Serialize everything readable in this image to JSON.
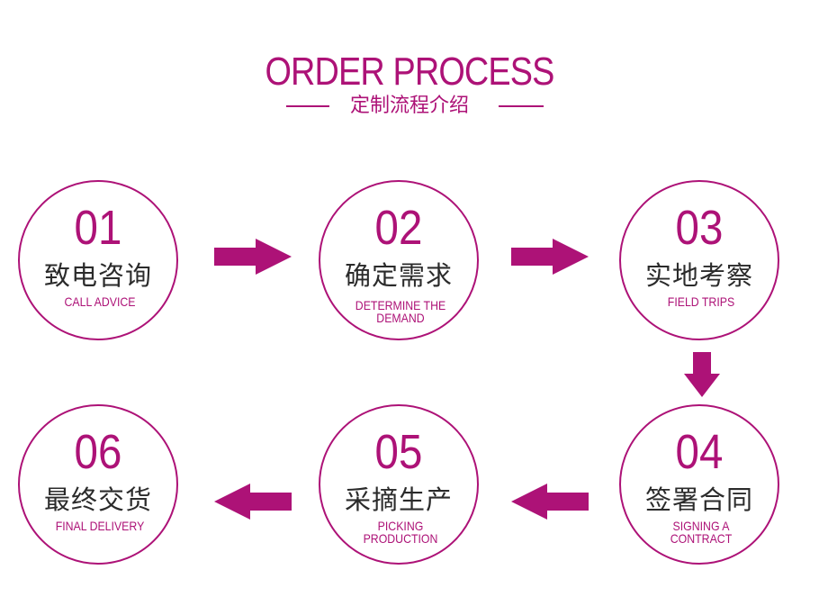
{
  "header": {
    "title": "ORDER PROCESS",
    "subtitle": "定制流程介绍"
  },
  "colors": {
    "accent": "#ad1277",
    "text": "#2b2b2b",
    "background": "#ffffff"
  },
  "steps": [
    {
      "num": "01",
      "zh": "致电咨询",
      "en": "CALL ADVICE"
    },
    {
      "num": "02",
      "zh": "确定需求",
      "en": "DETERMINE THE DEMAND"
    },
    {
      "num": "03",
      "zh": "实地考察",
      "en": "FIELD TRIPS"
    },
    {
      "num": "04",
      "zh": "签署合同",
      "en": "SIGNING A CONTRACT"
    },
    {
      "num": "05",
      "zh": "采摘生产",
      "en": "PICKING PRODUCTION"
    },
    {
      "num": "06",
      "zh": "最终交货",
      "en": "FINAL DELIVERY"
    }
  ],
  "arrows": [
    {
      "icon": "arrow-right-icon",
      "from": "01",
      "to": "02"
    },
    {
      "icon": "arrow-right-icon",
      "from": "02",
      "to": "03"
    },
    {
      "icon": "arrow-down-icon",
      "from": "03",
      "to": "04"
    },
    {
      "icon": "arrow-left-icon",
      "from": "04",
      "to": "05"
    },
    {
      "icon": "arrow-left-icon",
      "from": "05",
      "to": "06"
    }
  ]
}
